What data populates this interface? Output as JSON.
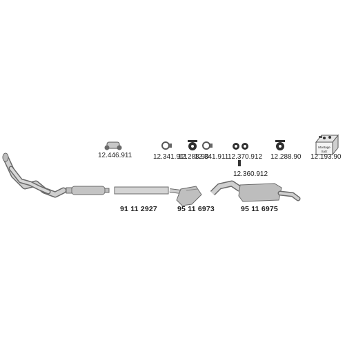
{
  "parts": {
    "hanger_top_left": {
      "code": "12.288.90",
      "icon": "rubber-hanger-icon"
    },
    "hanger_pair": {
      "code": "12.370.912",
      "icon": "rubber-hanger-pair-icon"
    },
    "hanger_top_right": {
      "code": "12.288.90",
      "icon": "rubber-hanger-icon"
    },
    "mounting_kit": {
      "code": "12.193.90",
      "icon": "mounting-kit-box-icon",
      "box_text": [
        "Montage",
        "Satz"
      ]
    },
    "clamp_left": {
      "code": "12.446.911",
      "icon": "pipe-clamp-icon"
    },
    "ring_clamp_a": {
      "code": "12.341.911",
      "icon": "ring-clamp-icon"
    },
    "ring_clamp_b": {
      "code": "12.341.911",
      "icon": "ring-clamp-icon"
    },
    "bolt": {
      "code": "12.360.912",
      "icon": "bolt-icon"
    },
    "straight_pipe": {
      "code": "91 11 2927",
      "icon": "straight-pipe-icon"
    },
    "middle_silencer": {
      "code": "95 11 6973",
      "icon": "middle-silencer-icon"
    },
    "rear_silencer": {
      "code": "95 11 6975",
      "icon": "rear-silencer-icon"
    },
    "front_pipe": {
      "icon": "front-pipe-icon"
    },
    "front_silencer": {
      "icon": "front-silencer-icon"
    }
  },
  "colors": {
    "part_fill": "#c9c9c9",
    "part_stroke": "#6a6a6a",
    "rubber_fill": "#3a3a3a",
    "text": "#222222"
  }
}
